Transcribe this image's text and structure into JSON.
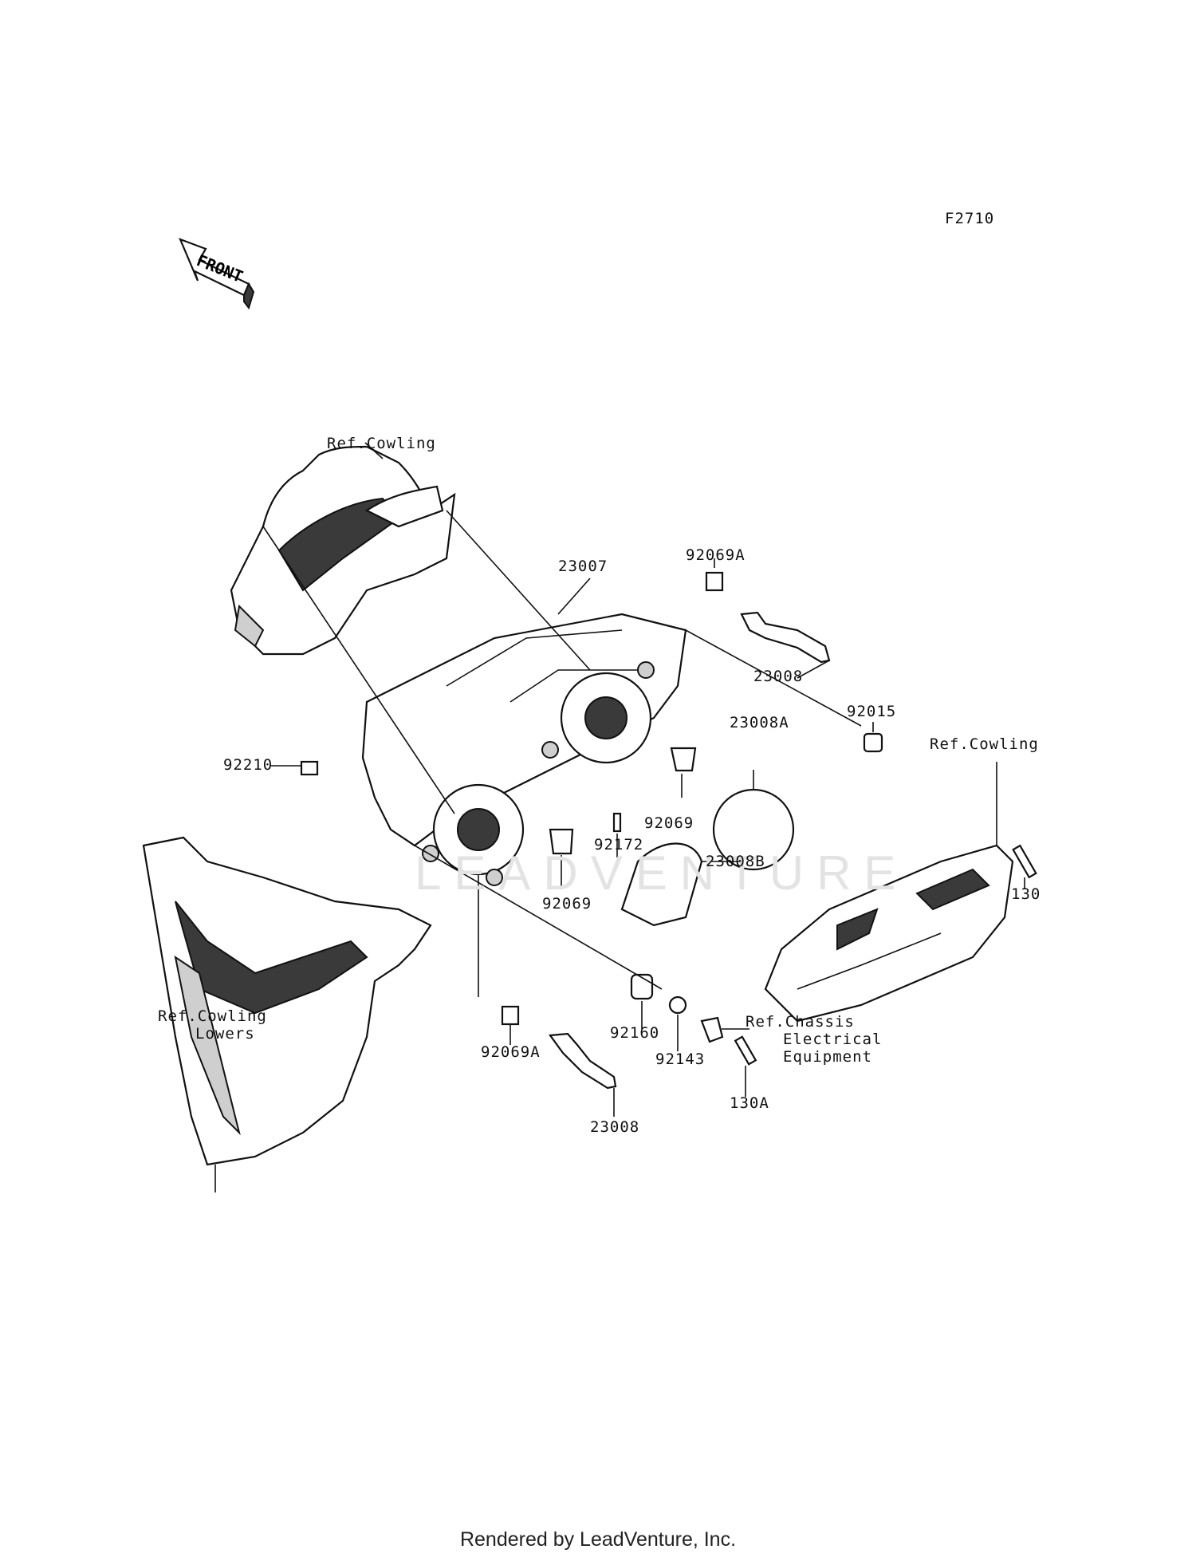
{
  "figure_code": "F2710",
  "front_arrow_text": "FRONT",
  "watermark": "LEADVENTURE",
  "footer": "Rendered by LeadVenture, Inc.",
  "labels": {
    "ref_cowling_top": "Ref.Cowling",
    "ref_cowling_right": "Ref.Cowling",
    "ref_cowling_lowers_1": "Ref.Cowling",
    "ref_cowling_lowers_2": "Lowers",
    "ref_chassis_1": "Ref.Chassis",
    "ref_chassis_2": "Electrical",
    "ref_chassis_3": "Equipment",
    "p23007": "23007",
    "p92069A_top": "92069A",
    "p23008_top": "23008",
    "p92015": "92015",
    "p23008A": "23008A",
    "p92210": "92210",
    "p92069_right": "92069",
    "p92172": "92172",
    "p23008B": "23008B",
    "p92069_left": "92069",
    "p130": "130",
    "p92160": "92160",
    "p92143": "92143",
    "p130A": "130A",
    "p92069A_bottom": "92069A",
    "p23008_bottom": "23008"
  }
}
